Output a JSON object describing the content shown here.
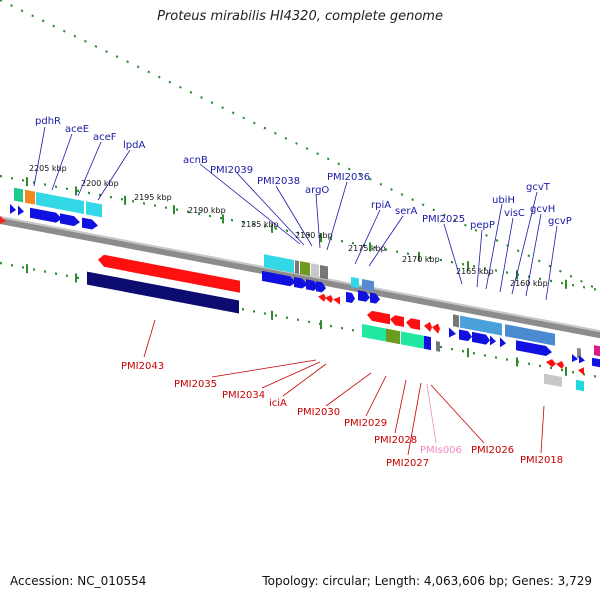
{
  "title": "Proteus mirabilis HI4320, complete genome",
  "footer": {
    "accession": "Accession: NC_010554",
    "topology": "Topology: circular; Length: 4,063,606 bp; Genes: 3,729"
  },
  "scale_labels": [
    "2205 kbp",
    "2200 kbp",
    "2195 kbp",
    "2190 kbp",
    "2185 kbp",
    "2180 kbp",
    "2175 kbp",
    "2170 kbp",
    "2165 kbp",
    "2160 kbp"
  ],
  "forward_labels": [
    "pdhR",
    "aceE",
    "aceF",
    "lpdA",
    "acnB",
    "PMI2039",
    "PMI2038",
    "argO",
    "PMI2036",
    "rpiA",
    "serA",
    "PMI2025",
    "pepP",
    "ubiH",
    "visC",
    "gcvT",
    "gcvH",
    "gcvP"
  ],
  "reverse_labels": [
    "PMI2043",
    "PMI2035",
    "PMI2034",
    "iciA",
    "PMI2030",
    "PMI2029",
    "PMI2028",
    "PMI2027",
    "PMIs006",
    "PMI2026",
    "PMI2018"
  ],
  "colors": {
    "forward_label": "#1a1aa6",
    "reverse_label": "#c80000",
    "rna_label": "#f08cc0",
    "backbone": "#808080",
    "ticks": "#2e8b2e"
  }
}
